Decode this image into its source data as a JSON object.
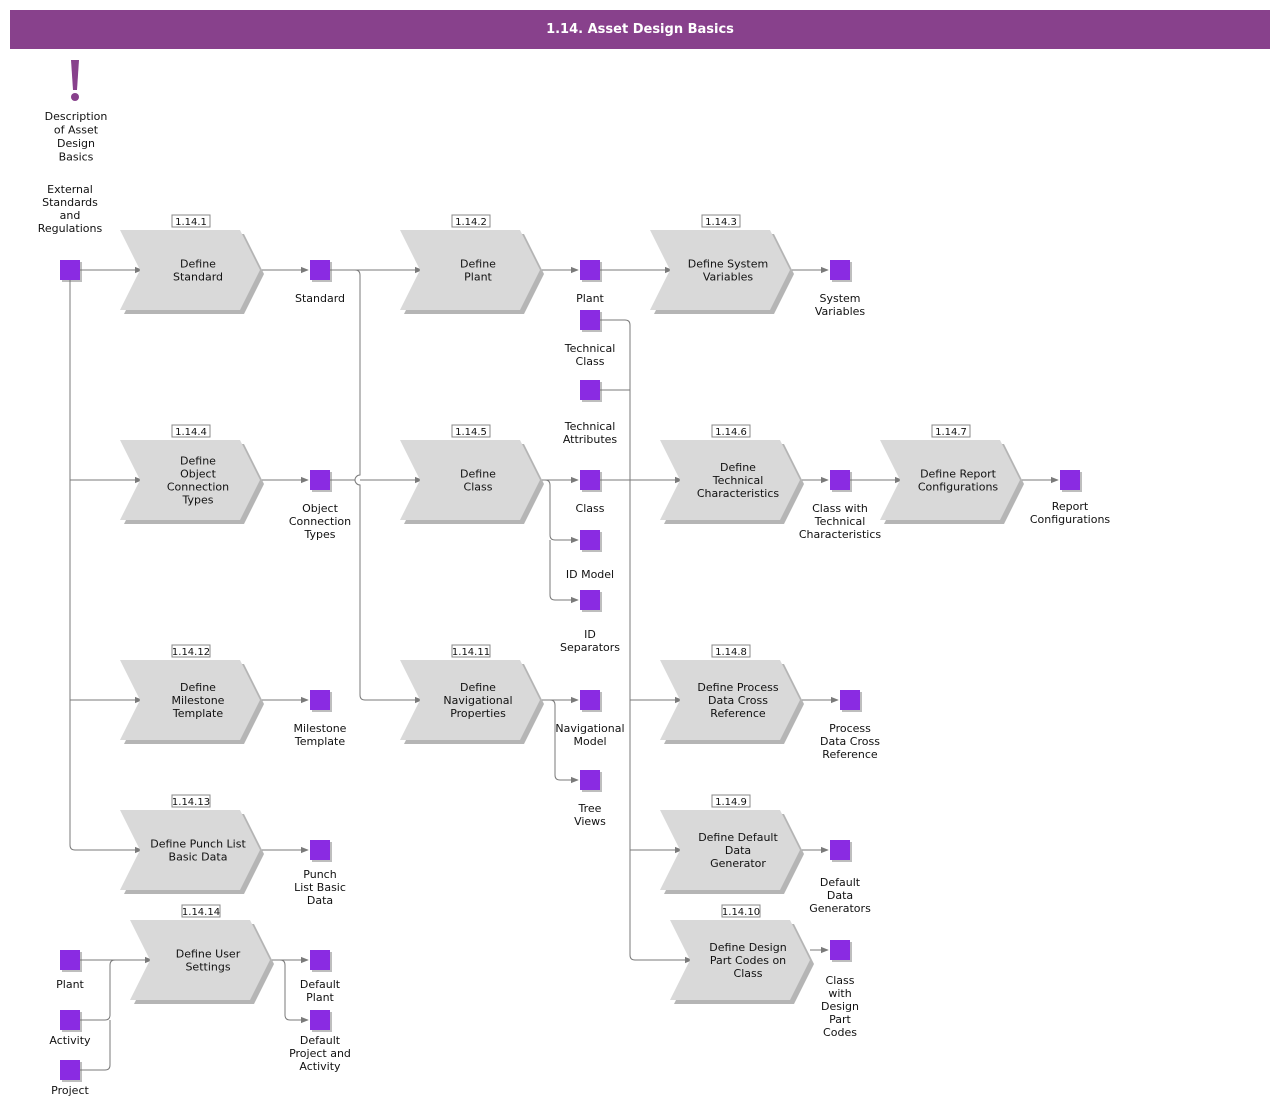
{
  "title": "1.14. Asset Design Basics",
  "colors": {
    "header": "#88418c",
    "data_object": "#8a2be2",
    "process": "#d9d9d9",
    "process_shadow": "#b5b5b5",
    "connector": "#7a7a7a"
  },
  "description": {
    "icon": "exclamation-icon",
    "lines": [
      "Description",
      "of Asset",
      "Design",
      "Basics"
    ]
  },
  "processes": [
    {
      "key": "p1",
      "id": "1.14.1",
      "lines": [
        "Define",
        "Standard"
      ]
    },
    {
      "key": "p2",
      "id": "1.14.2",
      "lines": [
        "Define",
        "Plant"
      ]
    },
    {
      "key": "p3",
      "id": "1.14.3",
      "lines": [
        "Define System",
        "Variables"
      ]
    },
    {
      "key": "p4",
      "id": "1.14.4",
      "lines": [
        "Define",
        "Object",
        "Connection",
        "Types"
      ]
    },
    {
      "key": "p5",
      "id": "1.14.5",
      "lines": [
        "Define",
        "Class"
      ]
    },
    {
      "key": "p6",
      "id": "1.14.6",
      "lines": [
        "Define",
        "Technical",
        "Characteristics"
      ]
    },
    {
      "key": "p7",
      "id": "1.14.7",
      "lines": [
        "Define Report",
        "Configurations"
      ]
    },
    {
      "key": "p8",
      "id": "1.14.8",
      "lines": [
        "Define Process",
        "Data Cross",
        "Reference"
      ]
    },
    {
      "key": "p9",
      "id": "1.14.9",
      "lines": [
        "Define Default",
        "Data",
        "Generator"
      ]
    },
    {
      "key": "p10",
      "id": "1.14.10",
      "lines": [
        "Define Design",
        "Part Codes on",
        "Class"
      ]
    },
    {
      "key": "p11",
      "id": "1.14.11",
      "lines": [
        "Define",
        "Navigational",
        "Properties"
      ]
    },
    {
      "key": "p12",
      "id": "1.14.12",
      "lines": [
        "Define",
        "Milestone",
        "Template"
      ]
    },
    {
      "key": "p13",
      "id": "1.14.13",
      "lines": [
        "Define Punch List",
        "Basic Data"
      ]
    },
    {
      "key": "p14",
      "id": "1.14.14",
      "lines": [
        "Define User",
        "Settings"
      ]
    }
  ],
  "data_objects": [
    {
      "key": "d_ext",
      "lines": [
        "External",
        "Standards",
        "and",
        "Regulations"
      ]
    },
    {
      "key": "d_std",
      "lines": [
        "Standard"
      ]
    },
    {
      "key": "d_plant",
      "lines": [
        "Plant"
      ]
    },
    {
      "key": "d_sysvar",
      "lines": [
        "System",
        "Variables"
      ]
    },
    {
      "key": "d_techclass",
      "lines": [
        "Technical",
        "Class"
      ]
    },
    {
      "key": "d_techattr",
      "lines": [
        "Technical",
        "Attributes"
      ]
    },
    {
      "key": "d_oct",
      "lines": [
        "Object",
        "Connection",
        "Types"
      ]
    },
    {
      "key": "d_class",
      "lines": [
        "Class"
      ]
    },
    {
      "key": "d_idmodel",
      "lines": [
        "ID Model"
      ]
    },
    {
      "key": "d_idsep",
      "lines": [
        "ID",
        "Separators"
      ]
    },
    {
      "key": "d_classtech",
      "lines": [
        "Class with",
        "Technical",
        "Characteristics"
      ]
    },
    {
      "key": "d_report",
      "lines": [
        "Report",
        "Configurations"
      ]
    },
    {
      "key": "d_navmodel",
      "lines": [
        "Navigational",
        "Model"
      ]
    },
    {
      "key": "d_tree",
      "lines": [
        "Tree",
        "Views"
      ]
    },
    {
      "key": "d_milestone",
      "lines": [
        "Milestone",
        "Template"
      ]
    },
    {
      "key": "d_pdcr",
      "lines": [
        "Process",
        "Data Cross",
        "Reference"
      ]
    },
    {
      "key": "d_punch",
      "lines": [
        "Punch",
        "List Basic",
        "Data"
      ]
    },
    {
      "key": "d_defgen",
      "lines": [
        "Default",
        "Data",
        "Generators"
      ]
    },
    {
      "key": "d_classdesign",
      "lines": [
        "Class",
        "with",
        "Design",
        "Part",
        "Codes"
      ]
    },
    {
      "key": "d_in_plant",
      "lines": [
        "Plant"
      ]
    },
    {
      "key": "d_in_activity",
      "lines": [
        "Activity"
      ]
    },
    {
      "key": "d_in_project",
      "lines": [
        "Project"
      ]
    },
    {
      "key": "d_defplant",
      "lines": [
        "Default",
        "Plant"
      ]
    },
    {
      "key": "d_defproj",
      "lines": [
        "Default",
        "Project and",
        "Activity"
      ]
    }
  ]
}
